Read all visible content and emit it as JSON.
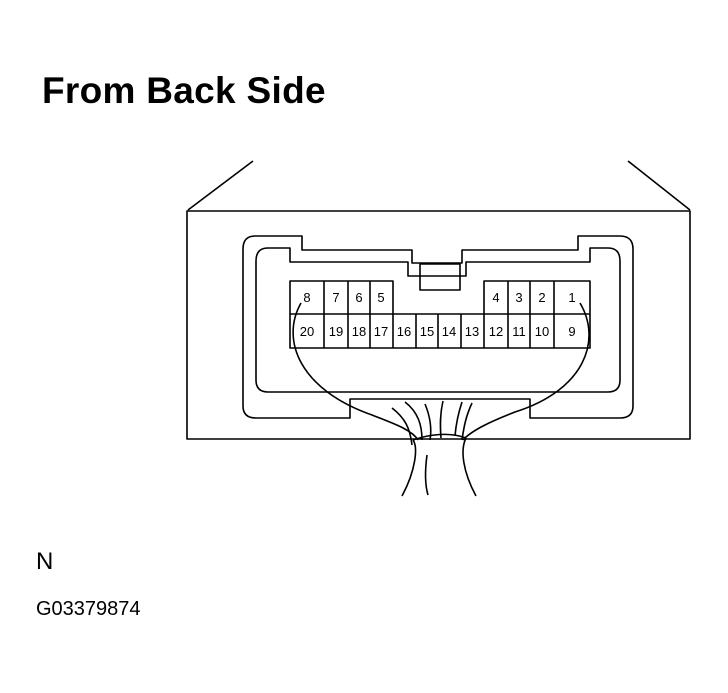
{
  "title": "From Back Side",
  "connector": {
    "top_row": {
      "left": [
        "8",
        "7",
        "6",
        "5"
      ],
      "right": [
        "4",
        "3",
        "2",
        "1"
      ]
    },
    "bottom_row": [
      "20",
      "19",
      "18",
      "17",
      "16",
      "15",
      "14",
      "13",
      "12",
      "11",
      "10",
      "9"
    ]
  },
  "footer": {
    "code_letter": "N",
    "figure_id": "G03379874"
  }
}
